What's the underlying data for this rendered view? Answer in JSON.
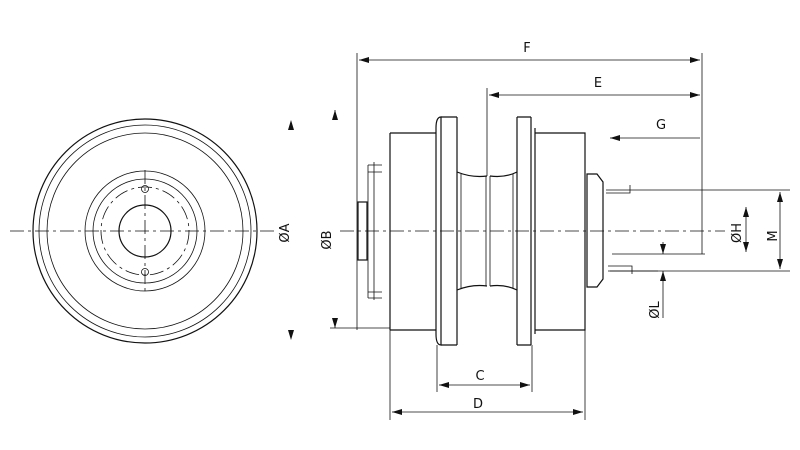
{
  "drawing": {
    "title": "Guide roller dimension drawing",
    "labels": {
      "F": "F",
      "E": "E",
      "G": "G",
      "A": "ØA",
      "B": "ØB",
      "H": "ØH",
      "M": "M",
      "L": "ØL",
      "C": "C",
      "D": "D"
    },
    "colors": {
      "line": "#111111",
      "background": "#ffffff"
    }
  }
}
